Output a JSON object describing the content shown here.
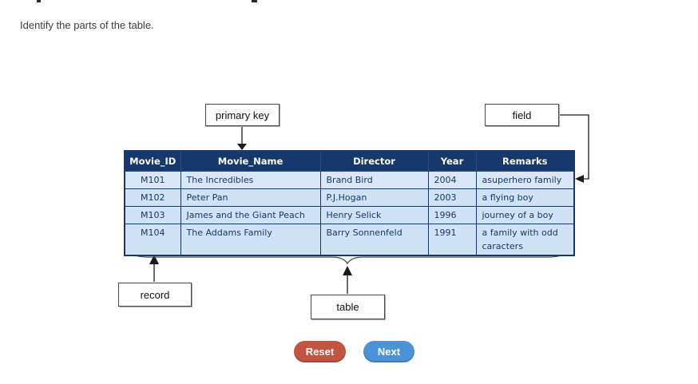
{
  "page": {
    "instruction": "Identify the parts of the table."
  },
  "labels": {
    "primary_key": "primary key",
    "field": "field",
    "record": "record",
    "table": "table"
  },
  "table": {
    "headers": [
      "Movie_ID",
      "Movie_Name",
      "Director",
      "Year",
      "Remarks"
    ],
    "rows": [
      [
        "M101",
        "The Incredibles",
        "Brand Bird",
        "2004",
        "asuperhero family"
      ],
      [
        "M102",
        "Peter Pan",
        "P.J.Hogan",
        "2003",
        "a flying boy"
      ],
      [
        "M103",
        "James and the Giant Peach",
        "Henry Selick",
        "1996",
        "journey of a boy"
      ],
      [
        "M104",
        "The Addams Family",
        "Barry Sonnenfeld",
        "1991",
        "a family with odd caracters"
      ]
    ]
  },
  "buttons": {
    "reset": "Reset",
    "next": "Next"
  },
  "colors": {
    "header_bg": "#17386a",
    "row_bg": "#cfe2f6",
    "row1_bg": "#d8e7f9",
    "table_border": "#17386a",
    "reset_button": "#c25441",
    "next_button": "#4b92d8",
    "connector": "#1a1a1a"
  }
}
